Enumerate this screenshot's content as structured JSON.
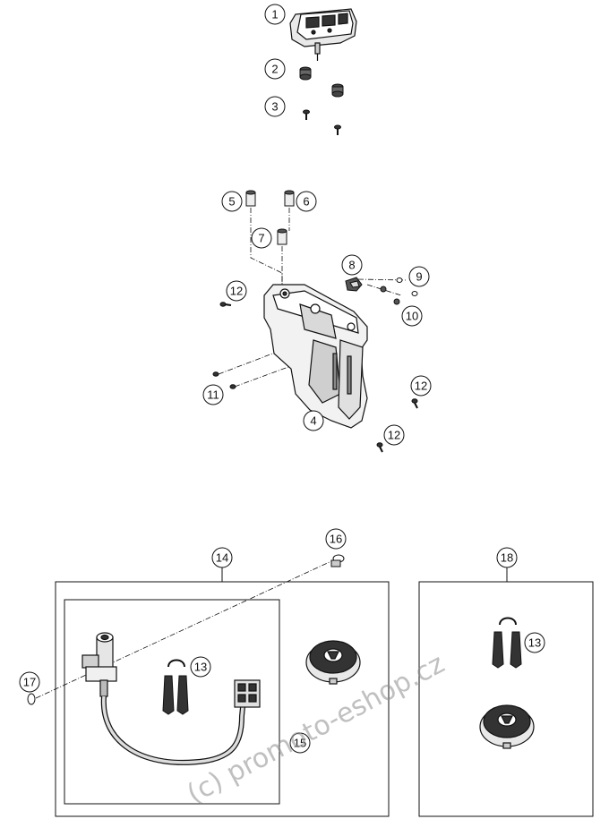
{
  "callouts": [
    {
      "id": "1",
      "label": "1"
    },
    {
      "id": "2",
      "label": "2"
    },
    {
      "id": "3",
      "label": "3"
    },
    {
      "id": "4",
      "label": "4"
    },
    {
      "id": "5",
      "label": "5"
    },
    {
      "id": "6",
      "label": "6"
    },
    {
      "id": "7",
      "label": "7"
    },
    {
      "id": "8",
      "label": "8"
    },
    {
      "id": "9",
      "label": "9"
    },
    {
      "id": "10",
      "label": "10"
    },
    {
      "id": "11",
      "label": "11"
    },
    {
      "id": "12a",
      "label": "12"
    },
    {
      "id": "12b",
      "label": "12"
    },
    {
      "id": "12c",
      "label": "12"
    },
    {
      "id": "13a",
      "label": "13"
    },
    {
      "id": "13b",
      "label": "13"
    },
    {
      "id": "14",
      "label": "14"
    },
    {
      "id": "15",
      "label": "15"
    },
    {
      "id": "16",
      "label": "16"
    },
    {
      "id": "17",
      "label": "17"
    },
    {
      "id": "18",
      "label": "18"
    }
  ],
  "watermark": "(c) promoto-eshop.cz",
  "colors": {
    "line": "#111111",
    "watermark": "#8c8c8c",
    "background": "#ffffff"
  }
}
